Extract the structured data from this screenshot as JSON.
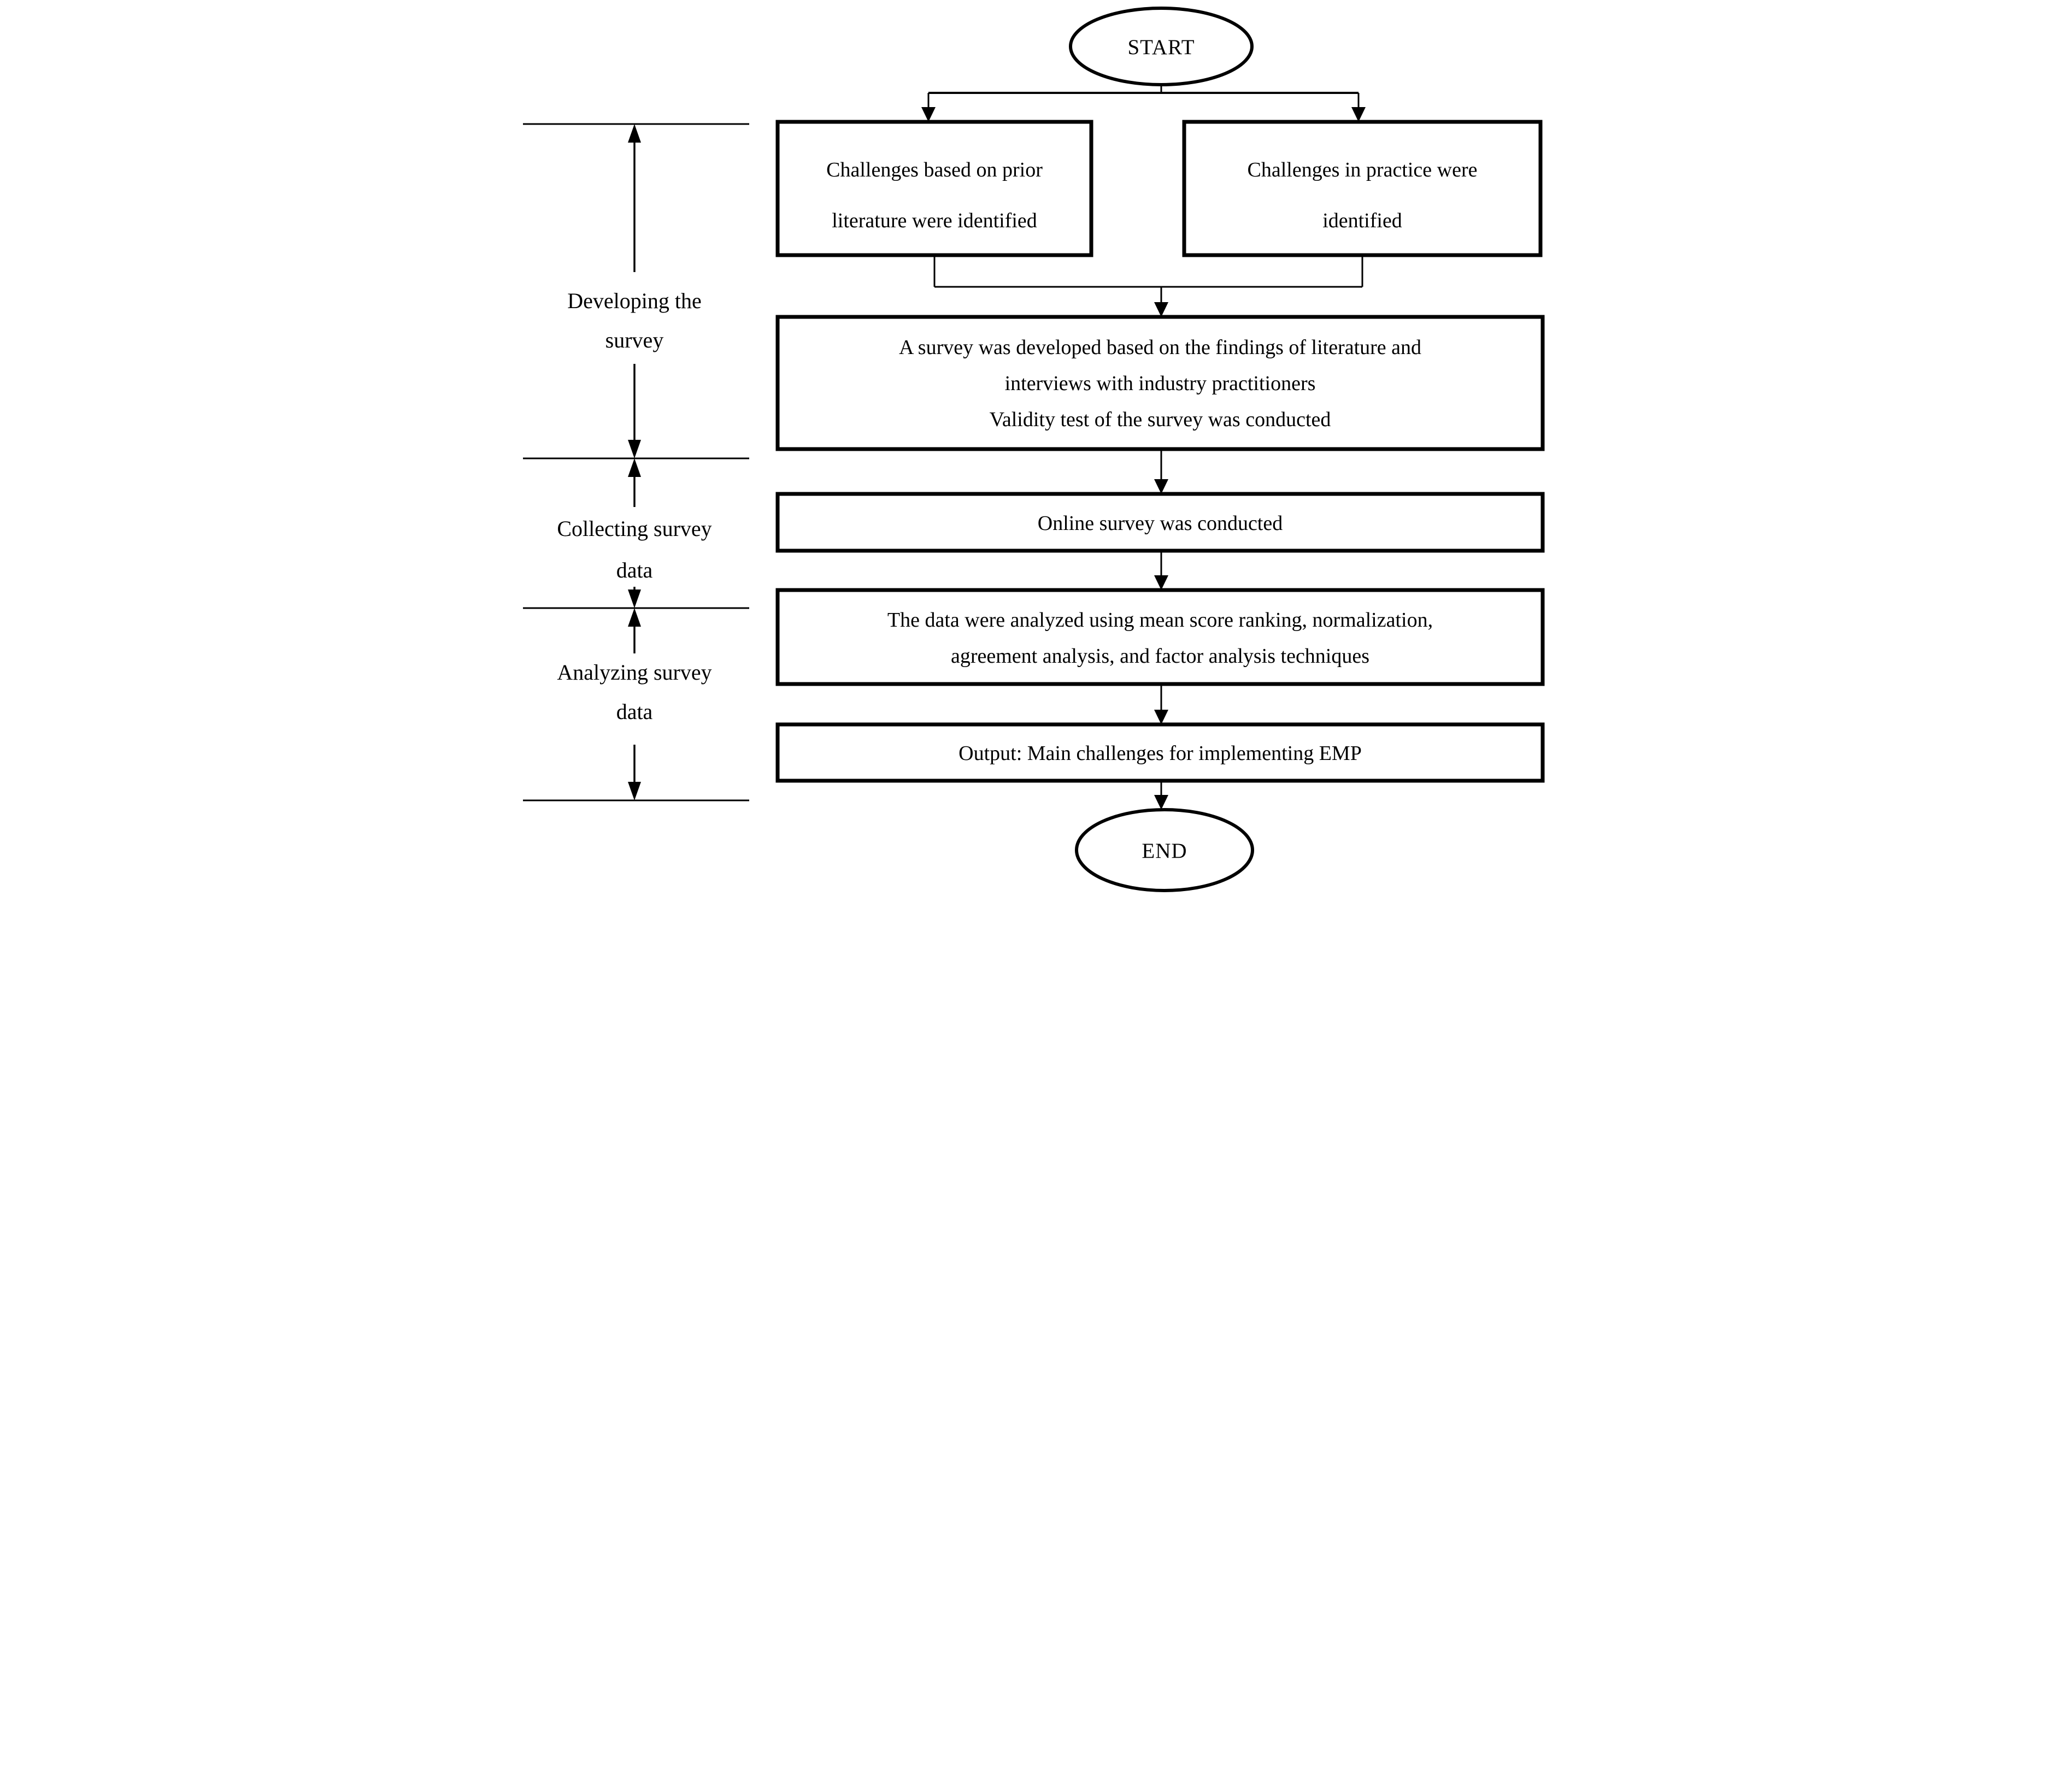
{
  "flow": {
    "terminals": {
      "start": "START",
      "end": "END"
    },
    "nodes": {
      "literature": {
        "lines": [
          "Challenges based on prior",
          "literature were identified"
        ]
      },
      "practice": {
        "lines": [
          "Challenges in practice were",
          "identified"
        ]
      },
      "survey_dev": {
        "lines": [
          "A survey was developed based on the findings of literature and",
          "interviews with industry practitioners",
          "Validity test of the survey was conducted"
        ]
      },
      "online_survey": {
        "lines": [
          "Online survey was conducted"
        ]
      },
      "analysis": {
        "lines": [
          "The data were analyzed using mean score ranking, normalization,",
          "agreement analysis, and factor analysis techniques"
        ]
      },
      "output": {
        "lines": [
          "Output: Main challenges for implementing EMP"
        ]
      }
    },
    "phases": [
      {
        "id": "developing",
        "lines": [
          "Developing the",
          "survey"
        ]
      },
      {
        "id": "collecting",
        "lines": [
          "Collecting survey",
          "data"
        ]
      },
      {
        "id": "analyzing",
        "lines": [
          "Analyzing survey",
          "data"
        ]
      }
    ],
    "colors": {
      "ink": "#000000",
      "background": "#ffffff"
    }
  }
}
